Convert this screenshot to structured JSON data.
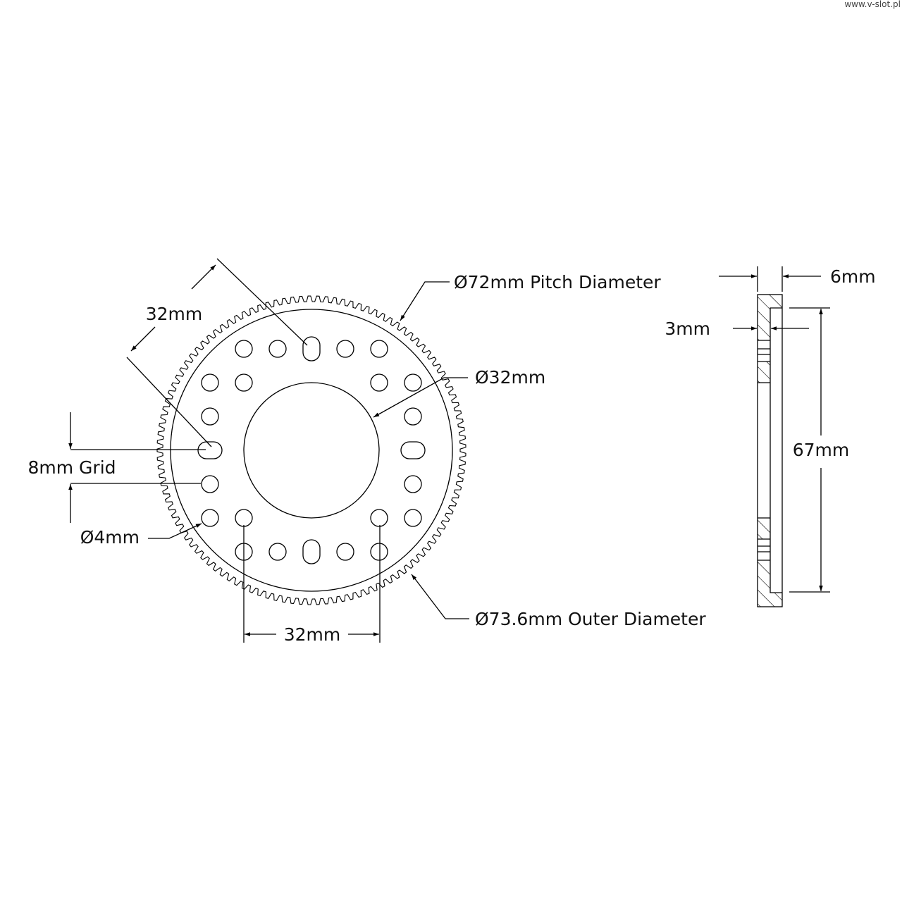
{
  "watermark": "www.v-slot.pl",
  "front_view": {
    "pitch_diameter_label": "Ø72mm Pitch Diameter",
    "bore_label": "Ø32mm",
    "outer_diameter_label": "Ø73.6mm Outer Diameter",
    "diagonal_spacing_label": "32mm",
    "horizontal_spacing_label": "32mm",
    "grid_label": "8mm Grid",
    "hole_label": "Ø4mm",
    "tooth_count": 113
  },
  "side_view": {
    "thickness_label": "6mm",
    "step_label": "3mm",
    "height_label": "67mm"
  }
}
